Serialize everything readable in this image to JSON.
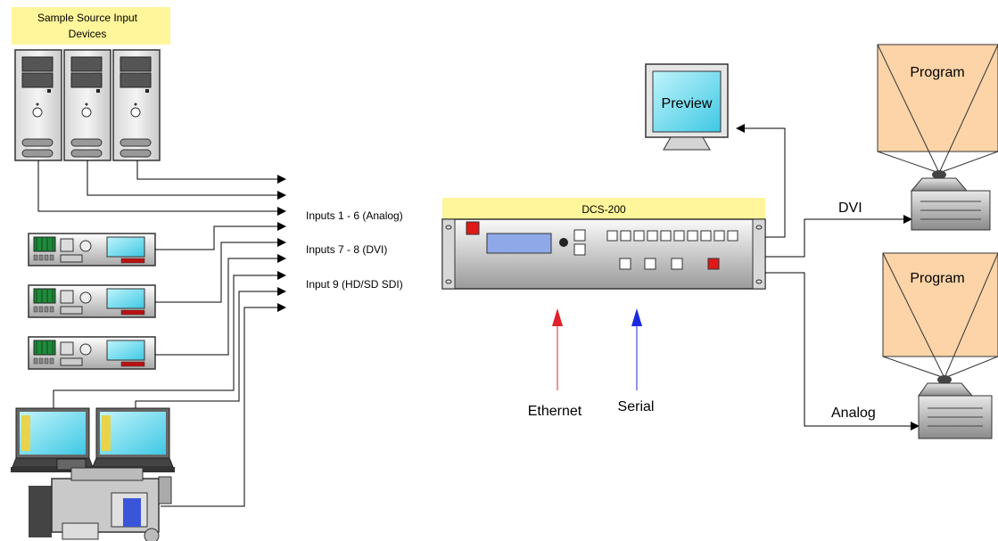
{
  "source_label": {
    "line1": "Sample Source Input",
    "line2": "Devices"
  },
  "inputs": {
    "analog": "Inputs 1 - 6 (Analog)",
    "dvi": "Inputs 7 - 8 (DVI)",
    "sdi": "Input 9 (HD/SD SDI)"
  },
  "device": {
    "name": "DCS-200"
  },
  "preview": {
    "label": "Preview"
  },
  "program_top": {
    "label": "Program"
  },
  "program_bottom": {
    "label": "Program"
  },
  "outputs": {
    "dvi": "DVI",
    "analog": "Analog"
  },
  "control": {
    "ethernet": "Ethernet",
    "serial": "Serial"
  },
  "colors": {
    "label_bg": "#fff59a",
    "screen": "#7ee0f0",
    "program_screen": "#fcd4a8",
    "ethernet_arrow": "#e0202a",
    "serial_arrow": "#1a2ae0",
    "red_button": "#e01818"
  }
}
